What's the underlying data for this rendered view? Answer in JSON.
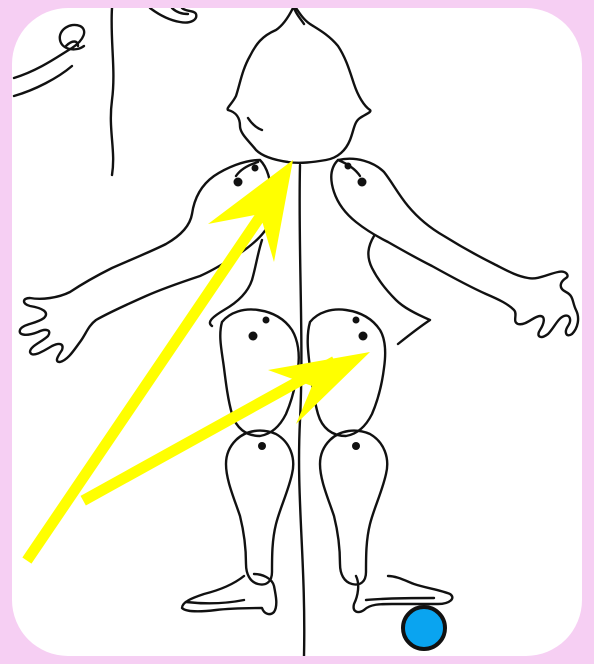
{
  "colors": {
    "frame_background": "#f6cff3",
    "card_background": "#ffffff",
    "line_art": "#111111",
    "arrow": "#ffff00",
    "marker_fill": "#0aa4f0",
    "marker_stroke": "#111111"
  },
  "drawing": {
    "subject": "jointed-doll-back-view-sketch"
  },
  "arrows": [
    {
      "id": "arrow-to-shoulder",
      "color": "#ffff00"
    },
    {
      "id": "arrow-to-hip",
      "color": "#ffff00"
    }
  ],
  "marker": {
    "shape": "circle",
    "color": "#0aa4f0"
  }
}
